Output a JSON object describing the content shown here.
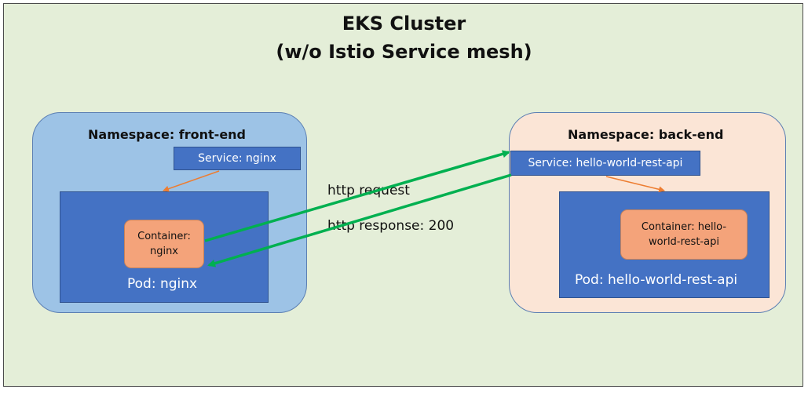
{
  "cluster": {
    "title_line1": "EKS Cluster",
    "title_line2": "(w/o Istio Service mesh)"
  },
  "frontend": {
    "namespace_label": "Namespace: front-end",
    "service_label": "Service: nginx",
    "container_line1": "Container:",
    "container_line2": "nginx",
    "pod_label": "Pod: nginx"
  },
  "backend": {
    "namespace_label": "Namespace: back-end",
    "service_label": "Service: hello-world-rest-api",
    "container_line1": "Container: hello-",
    "container_line2": "world-rest-api",
    "pod_label": "Pod: hello-world-rest-api"
  },
  "flows": {
    "request_label": "http request",
    "response_label": "http response: 200"
  },
  "colors": {
    "cluster_bg": "#e4eed8",
    "frontend_ns_bg": "#9dc3e6",
    "backend_ns_bg": "#fbe5d6",
    "service_bg": "#4472c4",
    "pod_bg": "#4472c4",
    "container_bg": "#f4a37a",
    "flow_arrow": "#00b050",
    "link_arrow": "#ed7d31"
  }
}
